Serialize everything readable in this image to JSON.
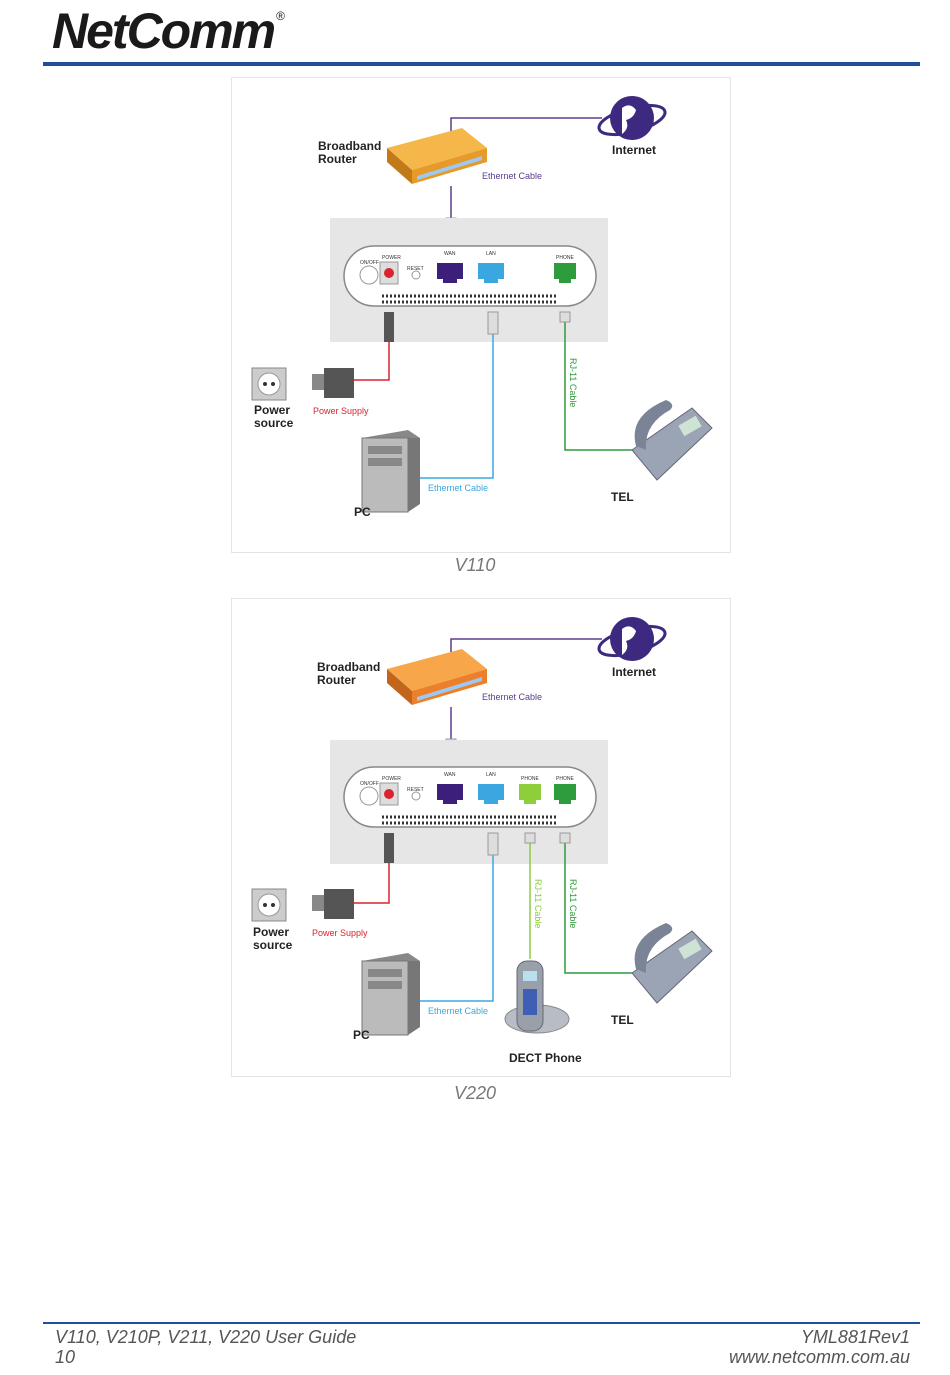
{
  "header": {
    "logo_text": "NetComm",
    "logo_mark": "®",
    "rule_color": "#1f4e9a"
  },
  "figures": [
    {
      "caption": "V110",
      "labels": {
        "router": [
          "Broadband",
          "Router"
        ],
        "internet": "Internet",
        "ethernet_top": "Ethernet Cable",
        "power": [
          "Power",
          "source"
        ],
        "power_supply": "Power Supply",
        "rj11": "RJ-11 Cable",
        "tel": "TEL",
        "ethernet_bottom": "Ethernet Cable",
        "pc": "PC",
        "ports": {
          "on_off": "ON/OFF",
          "power": "POWER",
          "reset": "RESET",
          "wan": "WAN",
          "lan": "LAN",
          "phone": "PHONE"
        }
      }
    },
    {
      "caption": "V220",
      "labels": {
        "router": [
          "Broadband",
          "Router"
        ],
        "internet": "Internet",
        "ethernet_top": "Ethernet Cable",
        "power": [
          "Power",
          "source"
        ],
        "power_supply": "Power Supply",
        "rj11_a": "RJ-11 Cable",
        "rj11_b": "RJ-11 Cable",
        "tel": "TEL",
        "ethernet_bottom": "Ethernet Cable",
        "pc": "PC",
        "dect": "DECT Phone",
        "ports": {
          "on_off": "ON/OFF",
          "power": "POWER",
          "reset": "RESET",
          "wan": "WAN",
          "lan": "LAN",
          "phone1": "PHONE",
          "phone2": "PHONE"
        }
      }
    }
  ],
  "colors": {
    "wan": "#3b1f7a",
    "lan": "#3ba7e0",
    "phone": "#2e9b3c",
    "phone2": "#8ccf3a",
    "power_cable": "#d9232e",
    "internet_line": "#5a3d8f"
  },
  "footer": {
    "title": "V110, V210P, V211, V220 User Guide",
    "page": "10",
    "doc_id": "YML881Rev1",
    "url": "www.netcomm.com.au"
  }
}
